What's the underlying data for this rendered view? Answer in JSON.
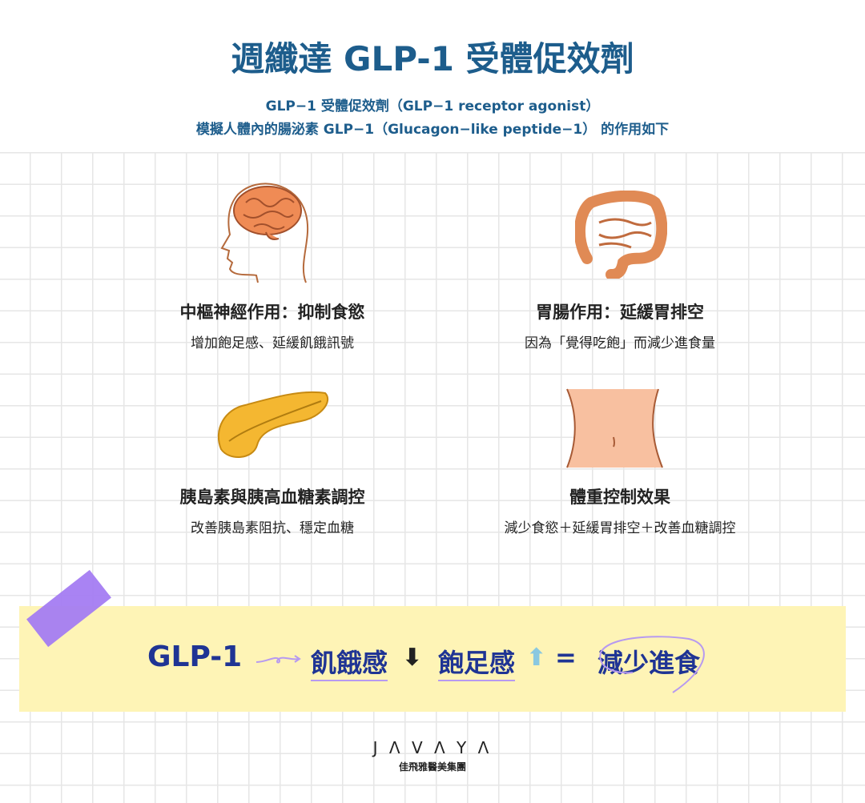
{
  "title": "週纖達 GLP-1 受體促效劑",
  "subtitle_line1": "GLP−1 受體促效劑（GLP−1 receptor agonist）",
  "subtitle_line2": "模擬人體內的腸泌素 GLP−1（Glucagon−like peptide−1） 的作用如下",
  "cards": [
    {
      "heading": "中樞神經作用：抑制食慾",
      "desc": "增加飽足感、延緩飢餓訊號",
      "icon": "brain-head-icon"
    },
    {
      "heading": "胃腸作用：延緩胃排空",
      "desc": "因為「覺得吃飽」而減少進食量",
      "icon": "intestine-icon"
    },
    {
      "heading": "胰島素與胰高血糖素調控",
      "desc": "改善胰島素阻抗、穩定血糖",
      "icon": "pancreas-icon"
    },
    {
      "heading": "體重控制效果",
      "desc": "減少食慾＋延緩胃排空＋改善血糖調控",
      "icon": "waist-icon"
    }
  ],
  "summary": {
    "glp": "GLP-1",
    "hunger": "飢餓感",
    "hunger_arrow": "⬇",
    "satiety": "飽足感",
    "satiety_arrow": "⬆",
    "equals": "=",
    "result": "減少進食"
  },
  "colors": {
    "title": "#1d5d8c",
    "summary_text": "#1f3494",
    "band": "#fef4b6",
    "tape": "#a47cf2"
  },
  "logo": {
    "brand": "J Λ V Λ Y Λ",
    "group": "佳飛雅醫美集團"
  }
}
